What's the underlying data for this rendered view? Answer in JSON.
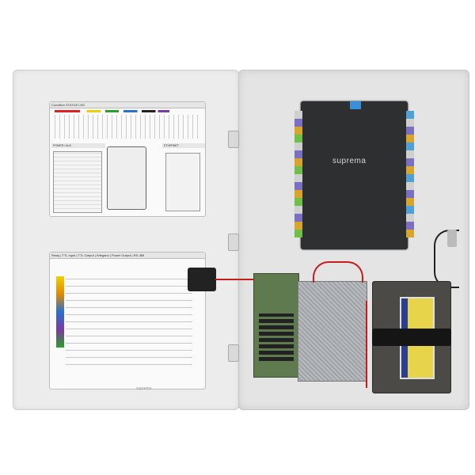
{
  "door_panel": {
    "top_sheet": {
      "header": "Condition STATUS LED",
      "power_section": "POWER / AUX",
      "ethernet_section": "ETHERNET"
    },
    "bottom_sheet": {
      "header": "Relay | TTL Input | TTL Output | Wiegand | Power Output | RS-485"
    },
    "brand_mark": "suprema"
  },
  "controller_board": {
    "logo": "suprema"
  },
  "colors": {
    "enclosure": "#e4e4e4",
    "board": "#2d2f31",
    "wire": "#c81c1c",
    "battery_label": "#e8d44a",
    "status_led_red": "#e02020",
    "status_led_yellow": "#f0d000",
    "status_led_green": "#2aa02a",
    "status_led_blue": "#2a70d0",
    "status_led_purple": "#7a3aa0"
  }
}
